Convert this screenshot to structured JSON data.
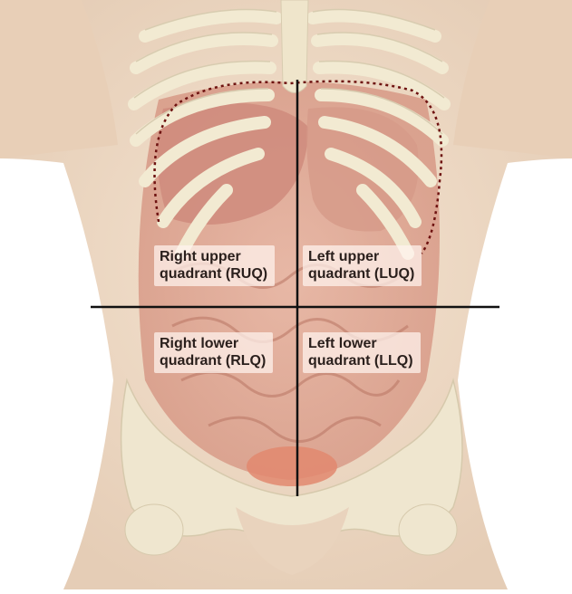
{
  "colors": {
    "skin": "#efd9c3",
    "bone": "#f3ebd3",
    "organ": "#d9a08f",
    "divider": "#111111",
    "outline": "#6e1210"
  },
  "quadrants": [
    {
      "id": "ruq",
      "line1": "Right upper",
      "line2": "quadrant (RUQ)"
    },
    {
      "id": "luq",
      "line1": "Left upper",
      "line2": "quadrant (LUQ)"
    },
    {
      "id": "rlq",
      "line1": "Right lower",
      "line2": "quadrant (RLQ)"
    },
    {
      "id": "llq",
      "line1": "Left lower",
      "line2": "quadrant (LLQ)"
    }
  ]
}
